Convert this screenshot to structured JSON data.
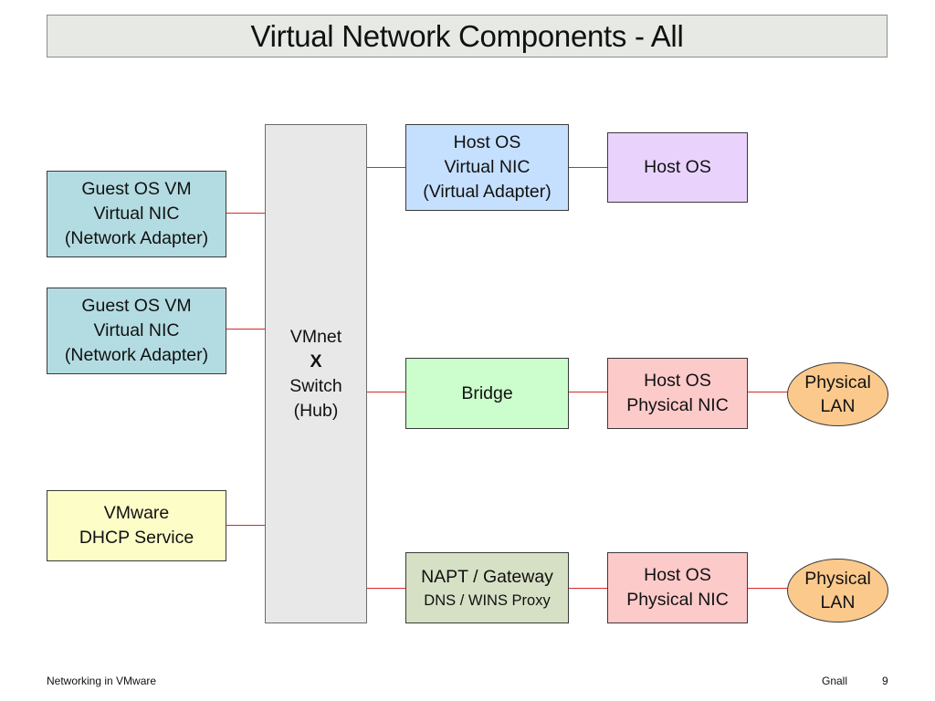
{
  "slide": {
    "title": "Virtual Network Components - All",
    "footer_left": "Networking in VMware",
    "footer_author": "Gnall",
    "page_number": "9"
  },
  "diagram": {
    "guest_vm_1": [
      "Guest OS VM",
      "Virtual NIC",
      "(Network Adapter)"
    ],
    "guest_vm_2": [
      "Guest OS VM",
      "Virtual NIC",
      "(Network Adapter)"
    ],
    "dhcp_service": [
      "VMware",
      "DHCP Service"
    ],
    "vmnet_switch": {
      "line1": "VMnet",
      "line2": "X",
      "line3": "Switch",
      "line4": "(Hub)"
    },
    "host_virtual_nic": [
      "Host OS",
      "Virtual NIC",
      "(Virtual Adapter)"
    ],
    "host_os": "Host OS",
    "bridge": "Bridge",
    "napt_gateway": {
      "line1": "NAPT / Gateway",
      "line2": "DNS / WINS Proxy"
    },
    "host_physical_nic_1": [
      "Host OS",
      "Physical NIC"
    ],
    "host_physical_nic_2": [
      "Host OS",
      "Physical NIC"
    ],
    "physical_lan_1": [
      "Physical",
      "LAN"
    ],
    "physical_lan_2": [
      "Physical",
      "LAN"
    ],
    "colors": {
      "connector": "#d42a2a",
      "guest_vm": "#b3dce2",
      "dhcp": "#fdfdc8",
      "vmnet": "#e8e8e8",
      "host_virtual_nic": "#c5e0fe",
      "host_os": "#e9d3fd",
      "bridge": "#ccfdcc",
      "napt": "#d6e0c4",
      "physical_nic": "#fdcaca",
      "physical_lan": "#fcc98d"
    },
    "connections": [
      [
        "guest_vm_1",
        "vmnet_switch"
      ],
      [
        "guest_vm_2",
        "vmnet_switch"
      ],
      [
        "dhcp_service",
        "vmnet_switch"
      ],
      [
        "vmnet_switch",
        "host_virtual_nic"
      ],
      [
        "host_virtual_nic",
        "host_os"
      ],
      [
        "vmnet_switch",
        "bridge"
      ],
      [
        "bridge",
        "host_physical_nic_1"
      ],
      [
        "host_physical_nic_1",
        "physical_lan_1"
      ],
      [
        "vmnet_switch",
        "napt_gateway"
      ],
      [
        "napt_gateway",
        "host_physical_nic_2"
      ],
      [
        "host_physical_nic_2",
        "physical_lan_2"
      ]
    ]
  }
}
